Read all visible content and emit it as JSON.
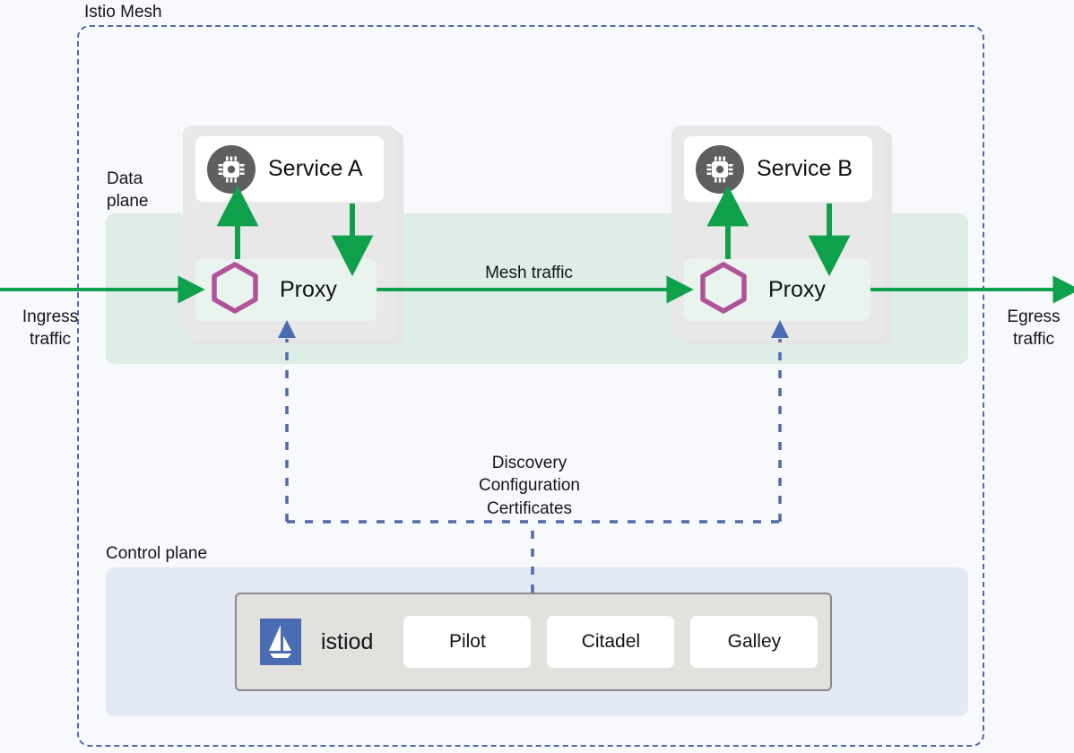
{
  "diagram": {
    "title": "Istio Mesh",
    "labels": {
      "data_plane": "Data\nplane",
      "control_plane": "Control plane",
      "ingress_traffic": "Ingress\ntraffic",
      "egress_traffic": "Egress\ntraffic",
      "mesh_traffic": "Mesh traffic",
      "discovery": "Discovery\nConfiguration\nCertificates"
    }
  },
  "pods": [
    {
      "service_label": "Service A",
      "proxy_label": "Proxy",
      "service_icon": "cpu-chip-icon",
      "proxy_icon": "hexagon-icon"
    },
    {
      "service_label": "Service B",
      "proxy_label": "Proxy",
      "service_icon": "cpu-chip-icon",
      "proxy_icon": "hexagon-icon"
    }
  ],
  "control_plane": {
    "istiod_label": "istiod",
    "istiod_icon": "istio-sail-logo",
    "components": [
      {
        "label": "Pilot"
      },
      {
        "label": "Citadel"
      },
      {
        "label": "Galley"
      }
    ]
  },
  "colors": {
    "background": "#f8f9fc",
    "mesh_border": "#4f6aa8",
    "traffic_green": "#0ea04a",
    "data_plane_band": "#ddeee6",
    "pod_gray": "#e8e8e8",
    "proxy_card": "#eaf4ef",
    "hexagon_purple": "#b0539b",
    "chip_circle": "#5f5f5f",
    "control_plane_panel": "#e3e8f5",
    "istiod_box": "#e2e1dd",
    "istiod_logo_blue": "#4a6cb3",
    "dashed_blue": "#4f6aa8"
  }
}
